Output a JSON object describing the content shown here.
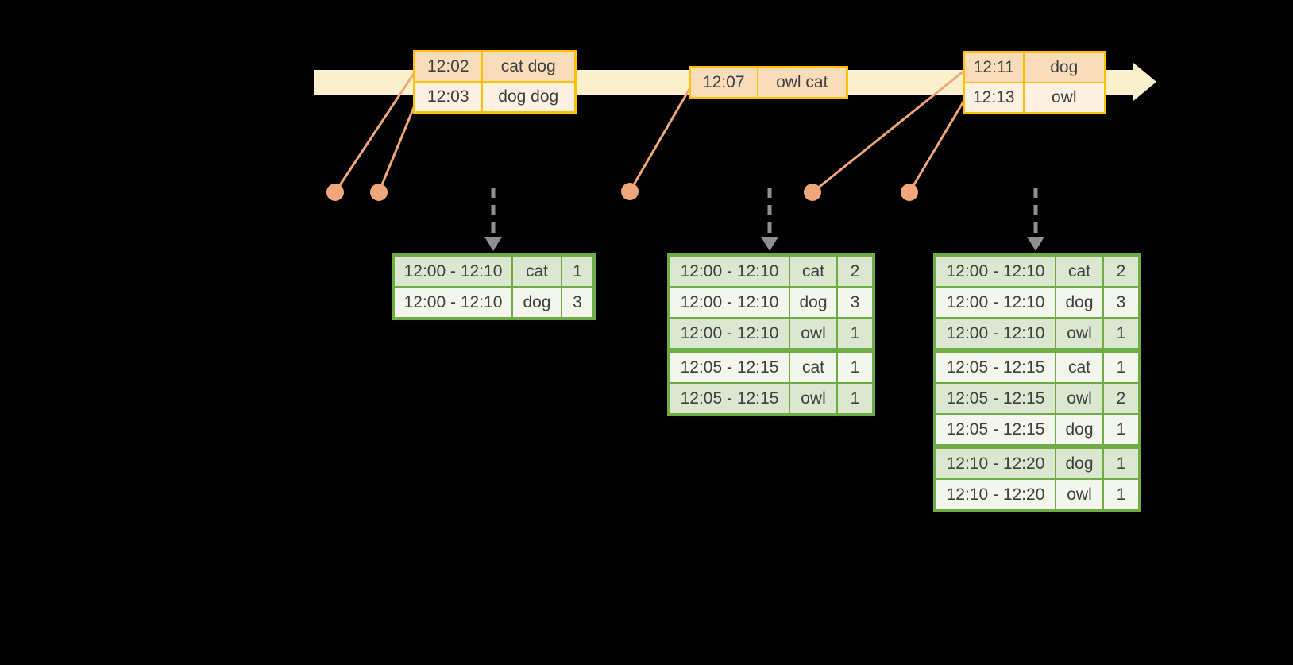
{
  "colors": {
    "background": "#000000",
    "timeline_band": "#FBF0CD",
    "event_table_border": "#FFC000",
    "event_row_dark": "#F9DDBB",
    "event_row_light": "#FCF1E2",
    "connector_and_dots": "#F0A87A",
    "dashed_arrow": "#8F8F8F",
    "result_table_border": "#6FAC46",
    "result_row_dark": "#DBE7D0",
    "result_row_light": "#F2F6ED",
    "text": "#3F3F3F"
  },
  "event_tables": [
    {
      "rows": [
        {
          "time": "12:02",
          "words": "cat dog"
        },
        {
          "time": "12:03",
          "words": "dog dog"
        }
      ]
    },
    {
      "rows": [
        {
          "time": "12:07",
          "words": "owl cat"
        }
      ]
    },
    {
      "rows": [
        {
          "time": "12:11",
          "words": "dog"
        },
        {
          "time": "12:13",
          "words": "owl"
        }
      ]
    }
  ],
  "result_tables": [
    {
      "rows": [
        {
          "window": "12:00 - 12:10",
          "word": "cat",
          "count": "1"
        },
        {
          "window": "12:00 - 12:10",
          "word": "dog",
          "count": "3"
        }
      ]
    },
    {
      "rows": [
        {
          "window": "12:00 - 12:10",
          "word": "cat",
          "count": "2"
        },
        {
          "window": "12:00 - 12:10",
          "word": "dog",
          "count": "3"
        },
        {
          "window": "12:00 - 12:10",
          "word": "owl",
          "count": "1"
        },
        {
          "window": "12:05 - 12:15",
          "word": "cat",
          "count": "1"
        },
        {
          "window": "12:05 - 12:15",
          "word": "owl",
          "count": "1"
        }
      ]
    },
    {
      "rows": [
        {
          "window": "12:00 - 12:10",
          "word": "cat",
          "count": "2"
        },
        {
          "window": "12:00 - 12:10",
          "word": "dog",
          "count": "3"
        },
        {
          "window": "12:00 - 12:10",
          "word": "owl",
          "count": "1"
        },
        {
          "window": "12:05 - 12:15",
          "word": "cat",
          "count": "1"
        },
        {
          "window": "12:05 - 12:15",
          "word": "owl",
          "count": "2"
        },
        {
          "window": "12:05 - 12:15",
          "word": "dog",
          "count": "1"
        },
        {
          "window": "12:10 - 12:20",
          "word": "dog",
          "count": "1"
        },
        {
          "window": "12:10 - 12:20",
          "word": "owl",
          "count": "1"
        }
      ]
    }
  ]
}
